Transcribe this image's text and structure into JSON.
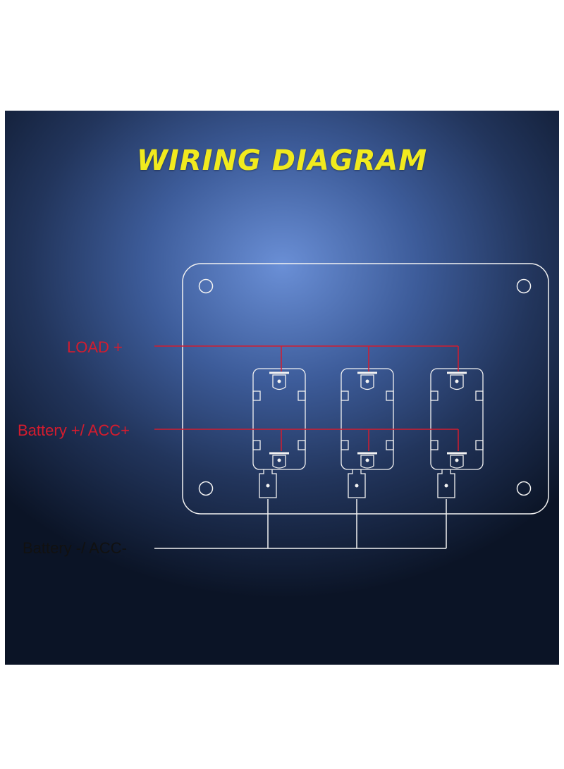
{
  "title": "WIRING DIAGRAM",
  "labels": {
    "load_positive": "LOAD +",
    "battery_positive": "Battery +/ ACC+",
    "battery_negative": "Battery -/ ACC-"
  },
  "colors": {
    "title": "#f1ea1e",
    "positive_wire": "#d41c2e",
    "negative_wire": "#111111",
    "outline": "#ffffff"
  },
  "switch_count": 3
}
